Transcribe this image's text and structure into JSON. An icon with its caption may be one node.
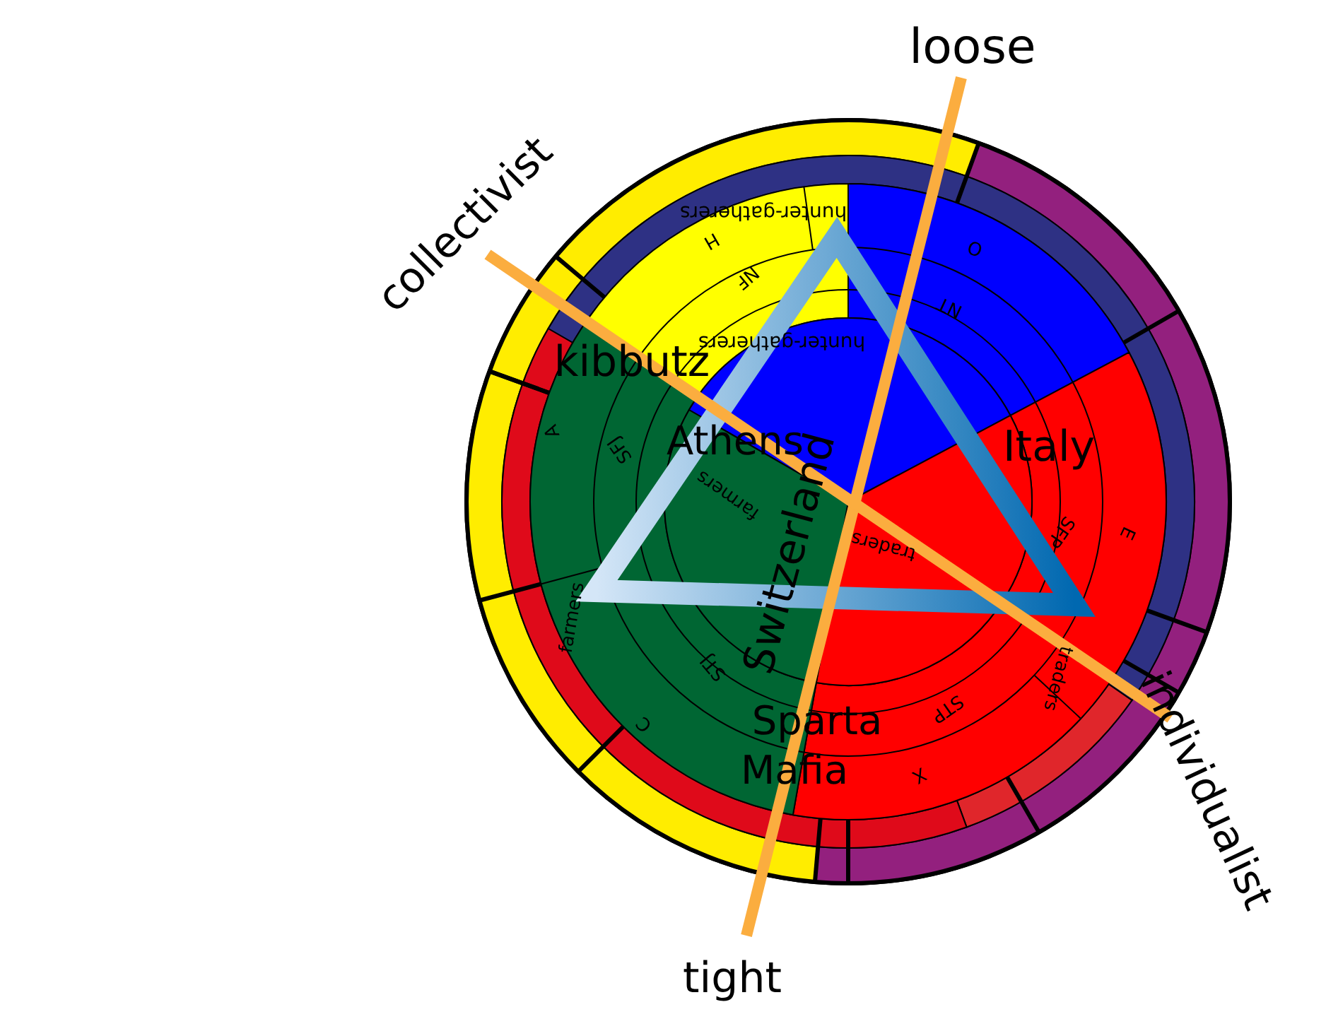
{
  "diagram": {
    "labels": [
      "loose",
      "collectivist",
      "hunter-gatherers",
      "O",
      "H",
      "NF",
      "NT",
      "kibbutz",
      "hunter-gatherers",
      "Athens",
      "Italy",
      "A",
      "SFJ",
      "farmers",
      "Switzerland",
      "SFP",
      "E",
      "traders",
      "farmers",
      "STJ",
      "traders",
      "Sparta",
      "STP",
      "individualist",
      "C",
      "Mafia",
      "X",
      "tight"
    ]
  }
}
